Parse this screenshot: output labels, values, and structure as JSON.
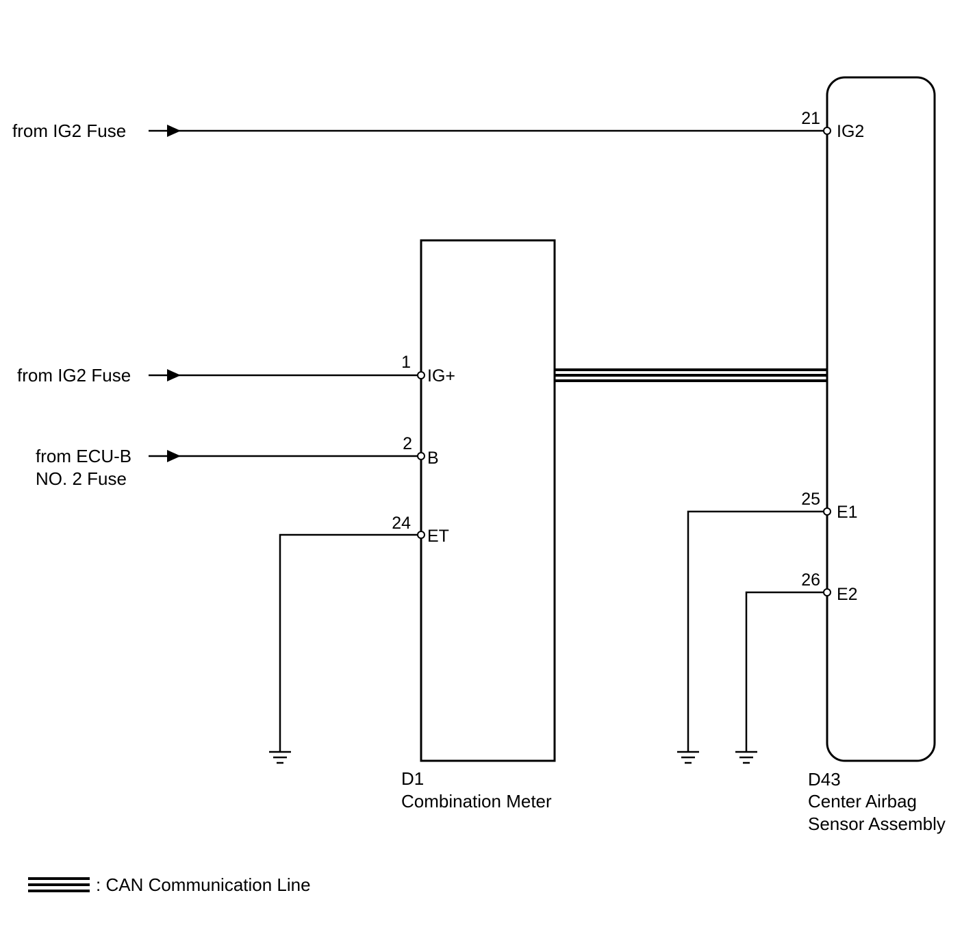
{
  "sources": {
    "ig2_top": "from IG2 Fuse",
    "ig2_meter": "from IG2 Fuse",
    "ecu_b_line1": "from ECU-B",
    "ecu_b_line2": "NO. 2 Fuse"
  },
  "meter": {
    "code": "D1",
    "name": "Combination Meter",
    "pins": {
      "ig_plus": {
        "number": "1",
        "name": "IG+"
      },
      "b": {
        "number": "2",
        "name": "B"
      },
      "et": {
        "number": "24",
        "name": "ET"
      }
    }
  },
  "airbag": {
    "code": "D43",
    "name_line1": "Center Airbag",
    "name_line2": "Sensor Assembly",
    "pins": {
      "ig2": {
        "number": "21",
        "name": "IG2"
      },
      "e1": {
        "number": "25",
        "name": "E1"
      },
      "e2": {
        "number": "26",
        "name": "E2"
      }
    }
  },
  "legend": {
    "label": ": CAN Communication Line"
  }
}
